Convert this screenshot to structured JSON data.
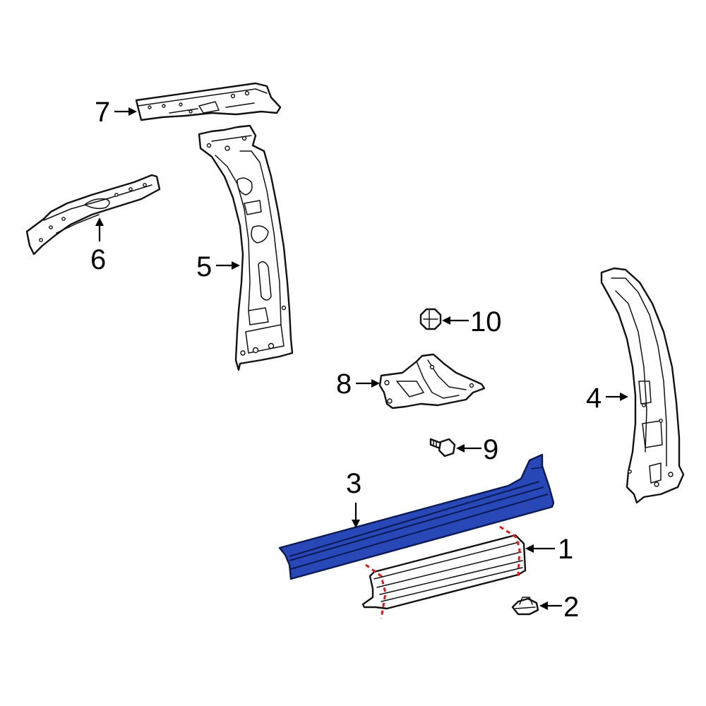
{
  "colors": {
    "highlight_fill": "#2848b8",
    "highlight_stroke": "#0b1a55",
    "cut_line": "#e01818",
    "line": "#111111"
  },
  "callouts": {
    "c1": "1",
    "c2": "2",
    "c3": "3",
    "c4": "4",
    "c5": "5",
    "c6": "6",
    "c7": "7",
    "c8": "8",
    "c9": "9",
    "c10": "10"
  },
  "highlighted_part": "3"
}
